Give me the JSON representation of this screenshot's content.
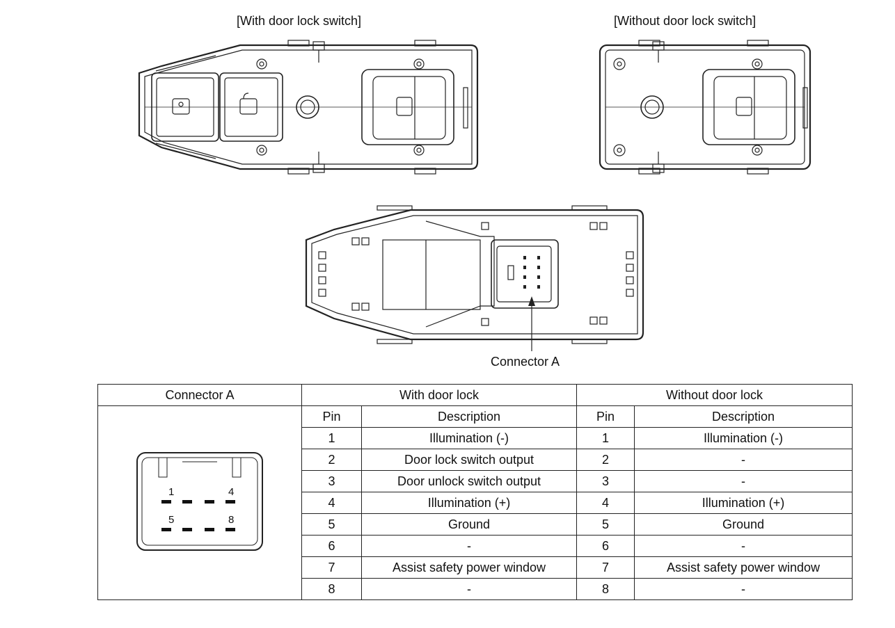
{
  "captions": {
    "with_switch": "[With door lock switch]",
    "without_switch": "[Without door lock switch]",
    "connector_pointer": "Connector A"
  },
  "table": {
    "col_connector": "Connector A",
    "col_with": "With door lock",
    "col_without": "Without door lock",
    "pin_header": "Pin",
    "desc_header": "Description",
    "rows": [
      {
        "pin": "1",
        "with": "Illumination (-)",
        "without": "Illumination (-)"
      },
      {
        "pin": "2",
        "with": "Door lock switch output",
        "without": "-"
      },
      {
        "pin": "3",
        "with": "Door unlock switch output",
        "without": "-"
      },
      {
        "pin": "4",
        "with": "Illumination (+)",
        "without": "Illumination (+)"
      },
      {
        "pin": "5",
        "with": "Ground",
        "without": "Ground"
      },
      {
        "pin": "6",
        "with": "-",
        "without": "-"
      },
      {
        "pin": "7",
        "with": "Assist safety power window",
        "without": "Assist safety power window"
      },
      {
        "pin": "8",
        "with": "-",
        "without": "-"
      }
    ]
  },
  "connector_face": {
    "pin_label_1": "1",
    "pin_label_4": "4",
    "pin_label_5": "5",
    "pin_label_8": "8"
  }
}
